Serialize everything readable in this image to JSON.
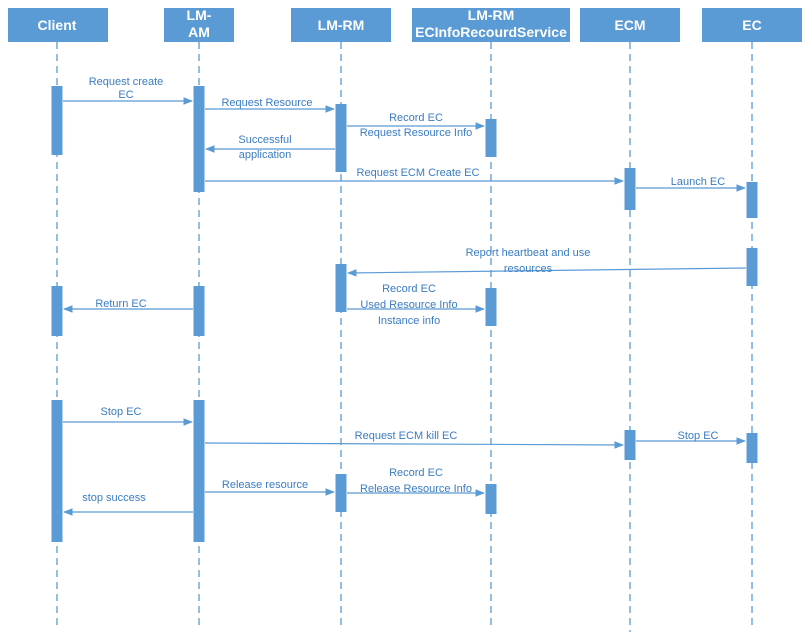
{
  "colors": {
    "actor_fill": "#5b9bd5",
    "lifeline": "#5b9bd5",
    "activation": "#5b9bd5",
    "arrow": "#5b9bd5",
    "label": "#3a7cc3"
  },
  "actors": [
    {
      "id": "client",
      "lines": [
        "Client"
      ]
    },
    {
      "id": "lm-am",
      "lines": [
        "LM-",
        "AM"
      ]
    },
    {
      "id": "lm-rm",
      "lines": [
        "LM-RM"
      ]
    },
    {
      "id": "ecinfo-service",
      "lines": [
        "LM-RM",
        "ECInfoRecourdService"
      ]
    },
    {
      "id": "ecm",
      "lines": [
        "ECM"
      ]
    },
    {
      "id": "ec",
      "lines": [
        "EC"
      ]
    }
  ],
  "messages": [
    {
      "id": "request-create-ec",
      "from": "client",
      "to": "lm-am",
      "lines": [
        "Request  create",
        "EC"
      ]
    },
    {
      "id": "request-resource",
      "from": "lm-am",
      "to": "lm-rm",
      "lines": [
        "Request Resource"
      ]
    },
    {
      "id": "record-ec-request-info",
      "from": "lm-rm",
      "to": "ecinfo-service",
      "lines": [
        "Record EC",
        "Request Resource Info"
      ]
    },
    {
      "id": "successful-application",
      "from": "lm-rm",
      "to": "lm-am",
      "lines": [
        "Successful",
        "application"
      ]
    },
    {
      "id": "request-ecm-create-ec",
      "from": "lm-am",
      "to": "ecm",
      "lines": [
        "Request ECM Create EC"
      ]
    },
    {
      "id": "launch-ec",
      "from": "ecm",
      "to": "ec",
      "lines": [
        "Launch EC"
      ]
    },
    {
      "id": "report-heartbeat",
      "from": "ec",
      "to": "lm-rm",
      "lines": [
        "Report heartbeat and use",
        "resources"
      ]
    },
    {
      "id": "record-ec-used-info",
      "from": "lm-rm",
      "to": "ecinfo-service",
      "lines": [
        "Record EC",
        "Used Resource Info",
        "Instance info"
      ]
    },
    {
      "id": "return-ec",
      "from": "lm-am",
      "to": "client",
      "lines": [
        "Return EC"
      ]
    },
    {
      "id": "stop-ec-request",
      "from": "client",
      "to": "lm-am",
      "lines": [
        "Stop EC"
      ]
    },
    {
      "id": "request-ecm-kill-ec",
      "from": "lm-am",
      "to": "ecm",
      "lines": [
        "Request ECM kill EC"
      ]
    },
    {
      "id": "stop-ec",
      "from": "ecm",
      "to": "ec",
      "lines": [
        "Stop EC"
      ]
    },
    {
      "id": "release-resource",
      "from": "lm-am",
      "to": "lm-rm",
      "lines": [
        "Release resource"
      ]
    },
    {
      "id": "record-ec-release-info",
      "from": "lm-rm",
      "to": "ecinfo-service",
      "lines": [
        "Record EC",
        "Release Resource Info"
      ]
    },
    {
      "id": "stop-success",
      "from": "lm-am",
      "to": "client",
      "lines": [
        "stop success"
      ]
    }
  ]
}
